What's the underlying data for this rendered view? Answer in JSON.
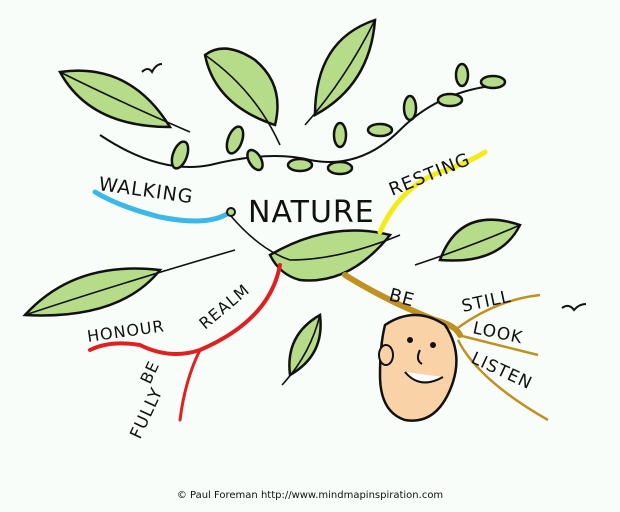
{
  "central": "NATURE",
  "branches": {
    "walking": "WALKING",
    "resting": "RESTING",
    "realm": "REALM",
    "honour": "HONOUR",
    "be_fully_be": "BE",
    "fully": "FULLY",
    "be": "BE",
    "still": "STILL",
    "look": "LOOK",
    "listen": "LISTEN"
  },
  "colors": {
    "walking": "#3bb8e8",
    "resting": "#f4ec1a",
    "realm": "#e02020",
    "be": "#c09020",
    "leaf": "#b6dc8a",
    "face": "#f9d2a8"
  },
  "credit": "© Paul Foreman http://www.mindmapinspiration.com"
}
